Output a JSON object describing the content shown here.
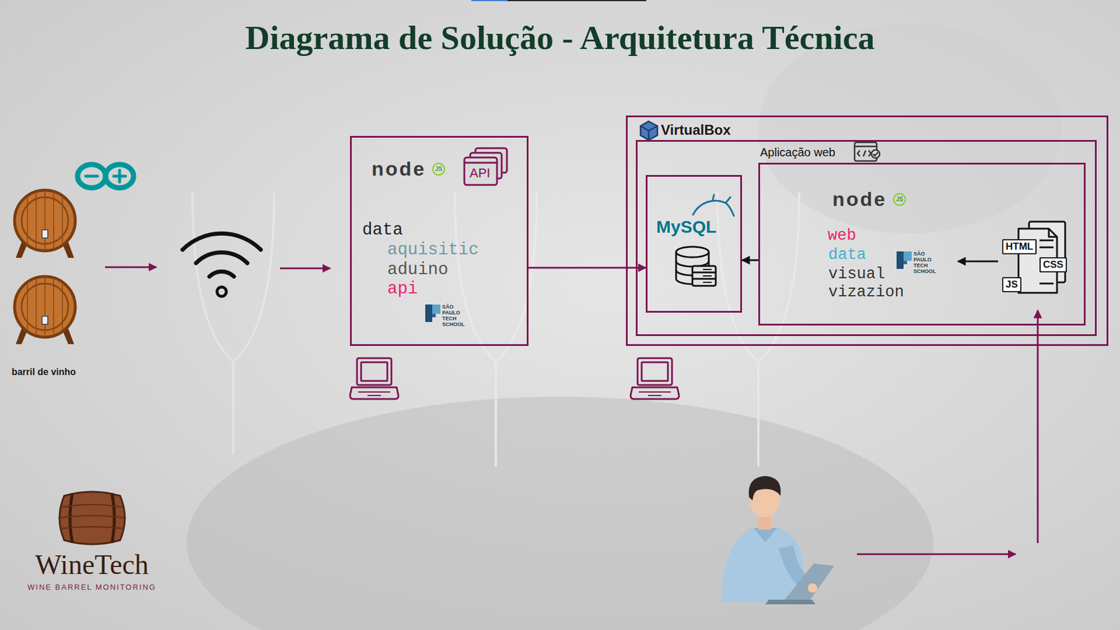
{
  "diagram": {
    "title": "Diagrama de Solução - Arquitetura Técnica",
    "nodes": [
      {
        "text": [
          "node",
          "JS",
          "API",
          "data",
          "aquisitic",
          "aduino",
          "api",
          "SÃO PAULO TECH SCHOOL"
        ]
      },
      {
        "text": [
          "VirtualBox"
        ]
      },
      {
        "text": [
          "Aplicação web"
        ],
        "in": 1
      },
      {
        "text": [
          "MySQL"
        ],
        "in": 2
      },
      {
        "text": [
          "node",
          "JS",
          "web",
          "data",
          "visual",
          "vizazion",
          "SÃO PAULO TECH SCHOOL"
        ],
        "in": 2
      },
      {
        "text": [
          "HTML",
          "CSS",
          "JS"
        ],
        "in": 4
      }
    ],
    "edges": [
      {
        "from": 0,
        "to": 3,
        "arrow": "to"
      },
      {
        "from": 4,
        "to": 3,
        "arrow": "to"
      }
    ],
    "labels": [
      "barril de vinho",
      "WineTech",
      "WINE BARREL MONITORING"
    ]
  }
}
